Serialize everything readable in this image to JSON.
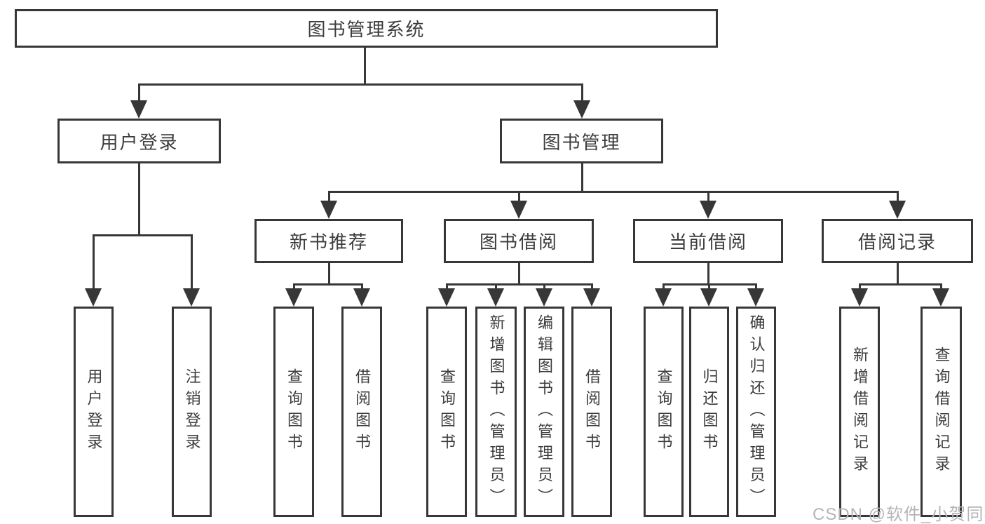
{
  "tree": {
    "root": {
      "label": "图书管理系统",
      "children": [
        {
          "label": "用户登录",
          "children": [
            {
              "label": "用户登录"
            },
            {
              "label": "注销登录"
            }
          ]
        },
        {
          "label": "图书管理",
          "children": [
            {
              "label": "新书推荐",
              "children": [
                {
                  "label": "查询图书"
                },
                {
                  "label": "借阅图书"
                }
              ]
            },
            {
              "label": "图书借阅",
              "children": [
                {
                  "label": "查询图书"
                },
                {
                  "label": "新增图书（管理员）"
                },
                {
                  "label": "编辑图书（管理员）"
                },
                {
                  "label": "借阅图书"
                }
              ]
            },
            {
              "label": "当前借阅",
              "children": [
                {
                  "label": "查询图书"
                },
                {
                  "label": "归还图书"
                },
                {
                  "label": "确认归还（管理员）"
                }
              ]
            },
            {
              "label": "借阅记录",
              "children": [
                {
                  "label": "新增借阅记录"
                },
                {
                  "label": "查询借阅记录"
                }
              ]
            }
          ]
        }
      ]
    }
  },
  "watermark": {
    "text": "CSDN @软件_小贺同学"
  },
  "colors": {
    "line": "#373737",
    "text": "#3c3c3c",
    "background": "#ffffff",
    "watermark": "#b4b4b4"
  }
}
